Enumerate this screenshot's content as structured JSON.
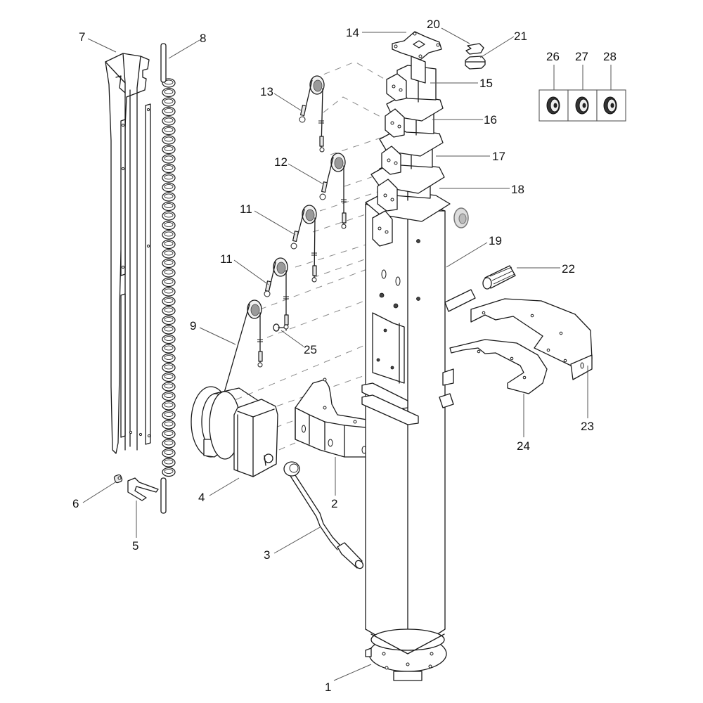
{
  "diagram": {
    "type": "exploded-parts-diagram",
    "subject": "Telescopic mast with winch assembly",
    "callouts": [
      {
        "id": "1",
        "label": "1"
      },
      {
        "id": "2",
        "label": "2"
      },
      {
        "id": "3",
        "label": "3"
      },
      {
        "id": "4",
        "label": "4"
      },
      {
        "id": "5",
        "label": "5"
      },
      {
        "id": "6",
        "label": "6"
      },
      {
        "id": "7",
        "label": "7"
      },
      {
        "id": "8",
        "label": "8"
      },
      {
        "id": "9",
        "label": "9"
      },
      {
        "id": "11a",
        "label": "11"
      },
      {
        "id": "11b",
        "label": "11"
      },
      {
        "id": "12",
        "label": "12"
      },
      {
        "id": "13",
        "label": "13"
      },
      {
        "id": "14",
        "label": "14"
      },
      {
        "id": "15",
        "label": "15"
      },
      {
        "id": "16",
        "label": "16"
      },
      {
        "id": "17",
        "label": "17"
      },
      {
        "id": "18",
        "label": "18"
      },
      {
        "id": "19",
        "label": "19"
      },
      {
        "id": "20",
        "label": "20"
      },
      {
        "id": "21",
        "label": "21"
      },
      {
        "id": "22",
        "label": "22"
      },
      {
        "id": "23",
        "label": "23"
      },
      {
        "id": "24",
        "label": "24"
      },
      {
        "id": "25",
        "label": "25"
      },
      {
        "id": "26",
        "label": "26"
      },
      {
        "id": "27",
        "label": "27"
      },
      {
        "id": "28",
        "label": "28"
      }
    ],
    "parts": {
      "base_plate": "1",
      "bracket_ring": "2",
      "crank_handle": "3",
      "winch": "4",
      "u_clip": "5",
      "cable_clip": "6",
      "cable_guide_channel": "7",
      "coiled_cable": "8",
      "winch_cable_pulley": "9",
      "pulley_cable_lower": "11",
      "pulley_cable_mid": "12",
      "pulley_cable_upper": "13",
      "top_plate": "14",
      "mast_section_5": "15",
      "mast_section_4": "16",
      "mast_section_3": "17",
      "mast_section_2": "18",
      "mast_base_tube": "19",
      "cap_slotted": "20",
      "cap_solid": "21",
      "handle_grip": "22",
      "guard_upper": "23",
      "guard_lower": "24",
      "screw": "25",
      "spare_pulley_a": "26",
      "spare_pulley_b": "27",
      "spare_pulley_c": "28"
    }
  }
}
